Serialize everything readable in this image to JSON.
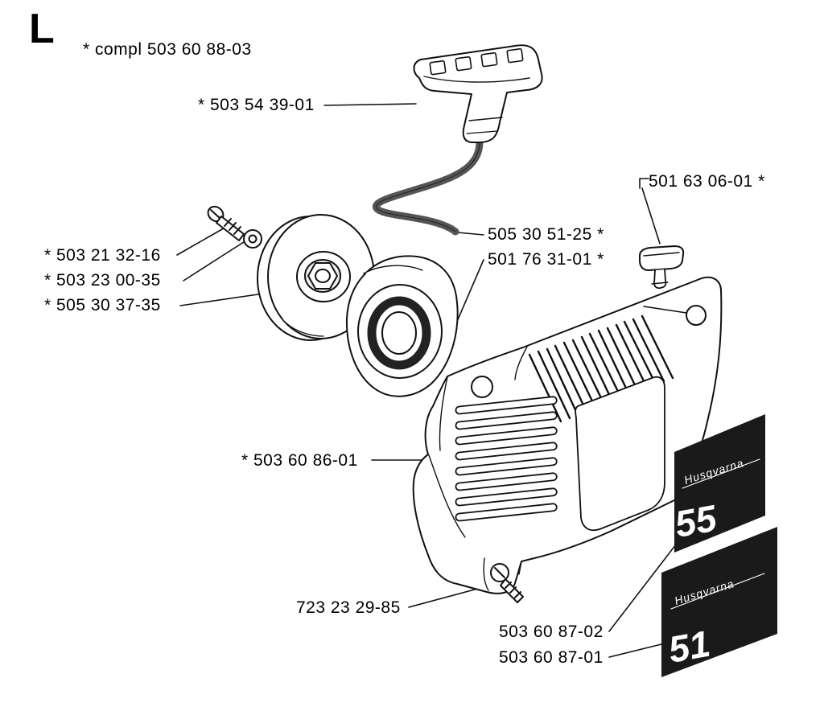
{
  "section": {
    "letter": "L",
    "assembly_note": "* compl 503 60 88-03"
  },
  "labels": [
    {
      "part": "starter-handle",
      "text": "* 503 54 39-01"
    },
    {
      "part": "clip",
      "text": "501 63 06-01 *"
    },
    {
      "part": "starter-rope",
      "text": "505 30 51-25 *"
    },
    {
      "part": "pulley-cover",
      "text": "501 76 31-01 *"
    },
    {
      "part": "screw-top",
      "text": "* 503 21 32-16"
    },
    {
      "part": "washer",
      "text": "* 503 23 00-35"
    },
    {
      "part": "rope-pulley",
      "text": "* 505 30 37-35"
    },
    {
      "part": "starter-housing",
      "text": "* 503 60 86-01"
    },
    {
      "part": "screw-bottom",
      "text": "723 23 29-85"
    },
    {
      "part": "decal-55",
      "text": "503 60 87-02"
    },
    {
      "part": "decal-51",
      "text": "503 60 87-01"
    }
  ],
  "decals": [
    {
      "brand": "Husqvarna",
      "model": "55"
    },
    {
      "brand": "Husqvarna",
      "model": "51"
    }
  ]
}
